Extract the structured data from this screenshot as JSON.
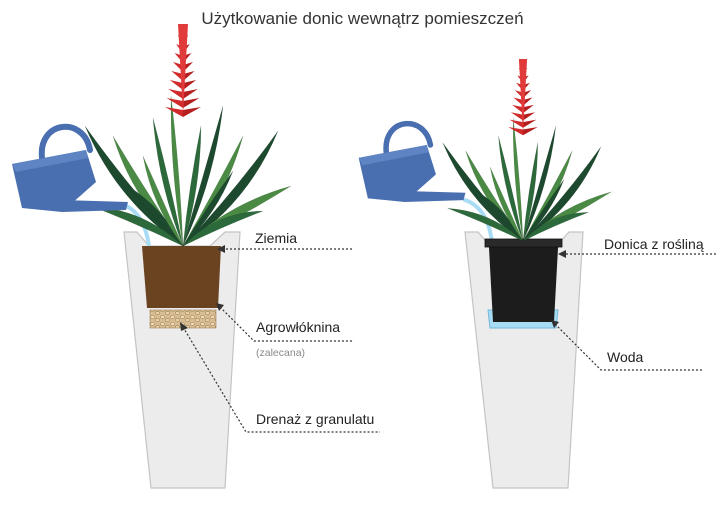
{
  "title": "Użytkowanie donic wewnątrz pomieszczeń",
  "left_diagram": {
    "labels": {
      "soil": "Ziemia",
      "fleece": "Agrowłóknina",
      "fleece_note": "(zalecana)",
      "drainage": "Drenaż z granulatu"
    }
  },
  "right_diagram": {
    "labels": {
      "inner_pot": "Donica z rośliną",
      "water": "Woda"
    }
  },
  "colors": {
    "planter_fill": "#ececec",
    "planter_stroke": "#c4c4c4",
    "watering_can": "#4a6fb0",
    "water": "#a8dcf4",
    "soil": "#6a4320",
    "granules": "#d8bd93",
    "inner_pot": "#1c1c1c",
    "leaf_dark": "#1d4a2e",
    "leaf_mid": "#2d6a3b",
    "leaf_light": "#4a8a44",
    "flower": "#d12a2a"
  }
}
